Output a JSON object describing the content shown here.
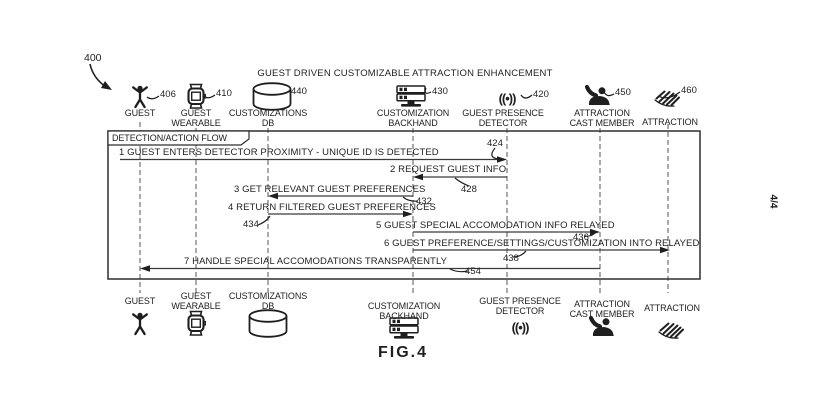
{
  "figure": {
    "ref_number": "400",
    "sheet_label": "4/4",
    "caption": "FIG.4",
    "title": "GUEST DRIVEN CUSTOMIZABLE ATTRACTION ENHANCEMENT",
    "frame_label": "DETECTION/ACTION FLOW"
  },
  "actors": [
    {
      "name": "guest",
      "line1": "GUEST",
      "line2": "",
      "ref": "406",
      "icon": "person-icon"
    },
    {
      "name": "guest-wearable",
      "line1": "GUEST",
      "line2": "WEARABLE",
      "ref": "410",
      "icon": "smartwatch-icon"
    },
    {
      "name": "customizations-db",
      "line1": "CUSTOMIZATIONS",
      "line2": "DB",
      "ref": "440",
      "icon": "database-icon"
    },
    {
      "name": "customization-backhand",
      "line1": "CUSTOMIZATION",
      "line2": "BACKHAND",
      "ref": "430",
      "icon": "server-icon"
    },
    {
      "name": "guest-presence-detector",
      "line1": "GUEST PRESENCE",
      "line2": "DETECTOR",
      "ref": "420",
      "icon": "signal-icon",
      "glyph": "((•))"
    },
    {
      "name": "attraction-cast-member",
      "line1": "ATTRACTION",
      "line2": "CAST MEMBER",
      "ref": "450",
      "icon": "waving-person-icon"
    },
    {
      "name": "attraction",
      "line1": "ATTRACTION",
      "line2": "",
      "ref": "460",
      "icon": "feather-icon"
    }
  ],
  "messages": [
    {
      "label": "1 GUEST ENTERS DETECTOR PROXIMITY - UNIQUE ID IS DETECTED",
      "ref": "424",
      "from": "guest",
      "to": "guest-presence-detector"
    },
    {
      "label": "2 REQUEST GUEST INFO",
      "ref": "428",
      "from": "guest-presence-detector",
      "to": "customization-backhand"
    },
    {
      "label": "3 GET RELEVANT GUEST PREFERENCES",
      "ref": "432",
      "from": "customization-backhand",
      "to": "customizations-db"
    },
    {
      "label": "4 RETURN FILTERED GUEST PREFERENCES",
      "ref": "434",
      "from": "customizations-db",
      "to": "customization-backhand"
    },
    {
      "label": "5 GUEST SPECIAL ACCOMODATION INFO RELAYED",
      "ref": "436",
      "from": "customization-backhand",
      "to": "attraction-cast-member"
    },
    {
      "label": "6 GUEST PREFERENCE/SETTINGS/CUSTOMIZATION INTO RELAYED",
      "ref": "438",
      "from": "customization-backhand",
      "to": "attraction"
    },
    {
      "label": "7 HANDLE SPECIAL ACCOMODATIONS TRANSPARENTLY",
      "ref": "454",
      "from": "attraction-cast-member",
      "to": "guest"
    }
  ],
  "colors": {
    "ink": "#1f1f1f",
    "line": "#3a3a3a",
    "background": "#ffffff"
  }
}
